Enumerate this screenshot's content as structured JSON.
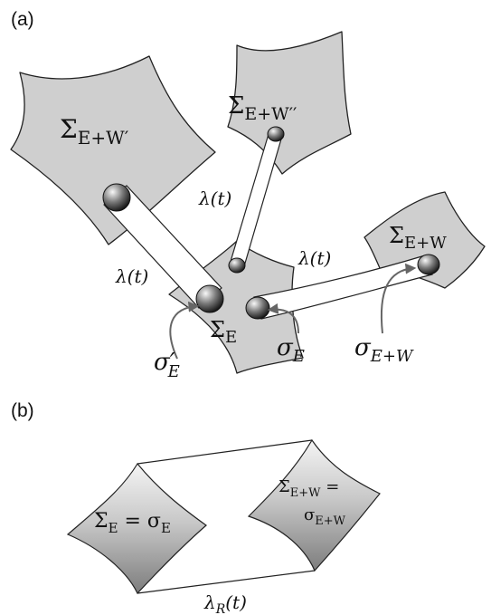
{
  "panel_a": {
    "label": "(a)",
    "surfaces": {
      "w_prime": {
        "sigma": "Σ",
        "sub": "E+W′"
      },
      "w_double": {
        "sigma": "Σ",
        "sub": "E+W′′"
      },
      "e": {
        "sigma": "Σ",
        "sub": "E"
      },
      "e_w": {
        "sigma": "Σ",
        "sub": "E+W"
      }
    },
    "lambda_labels": [
      "λ(t)",
      "λ(t)",
      "λ(t)"
    ],
    "points": {
      "sigma_prime_e": {
        "sigma": "σ′",
        "sub": "E"
      },
      "sigma_e": {
        "sigma": "σ",
        "sub": "E"
      },
      "sigma_e_w": {
        "sigma": "σ",
        "sub": "E+W"
      }
    }
  },
  "panel_b": {
    "label": "(b)",
    "left_label": {
      "sigma": "Σ",
      "sub": "E",
      "rest": " = σ",
      "sub2": "E"
    },
    "right_label": {
      "line1": "Σ",
      "line1_sub": "E+W",
      "line1_rest": " =",
      "line2": "σ",
      "line2_sub": "E+W"
    },
    "bottom_label": {
      "sigma": "λ",
      "sub": "R",
      "rest": "(t)"
    }
  },
  "colors": {
    "surface_fill": "#cfcfcf",
    "gradient_light": "#f4f4f4",
    "gradient_dark": "#8a8a8a",
    "arrow": "#666666",
    "outline": "#222222"
  }
}
